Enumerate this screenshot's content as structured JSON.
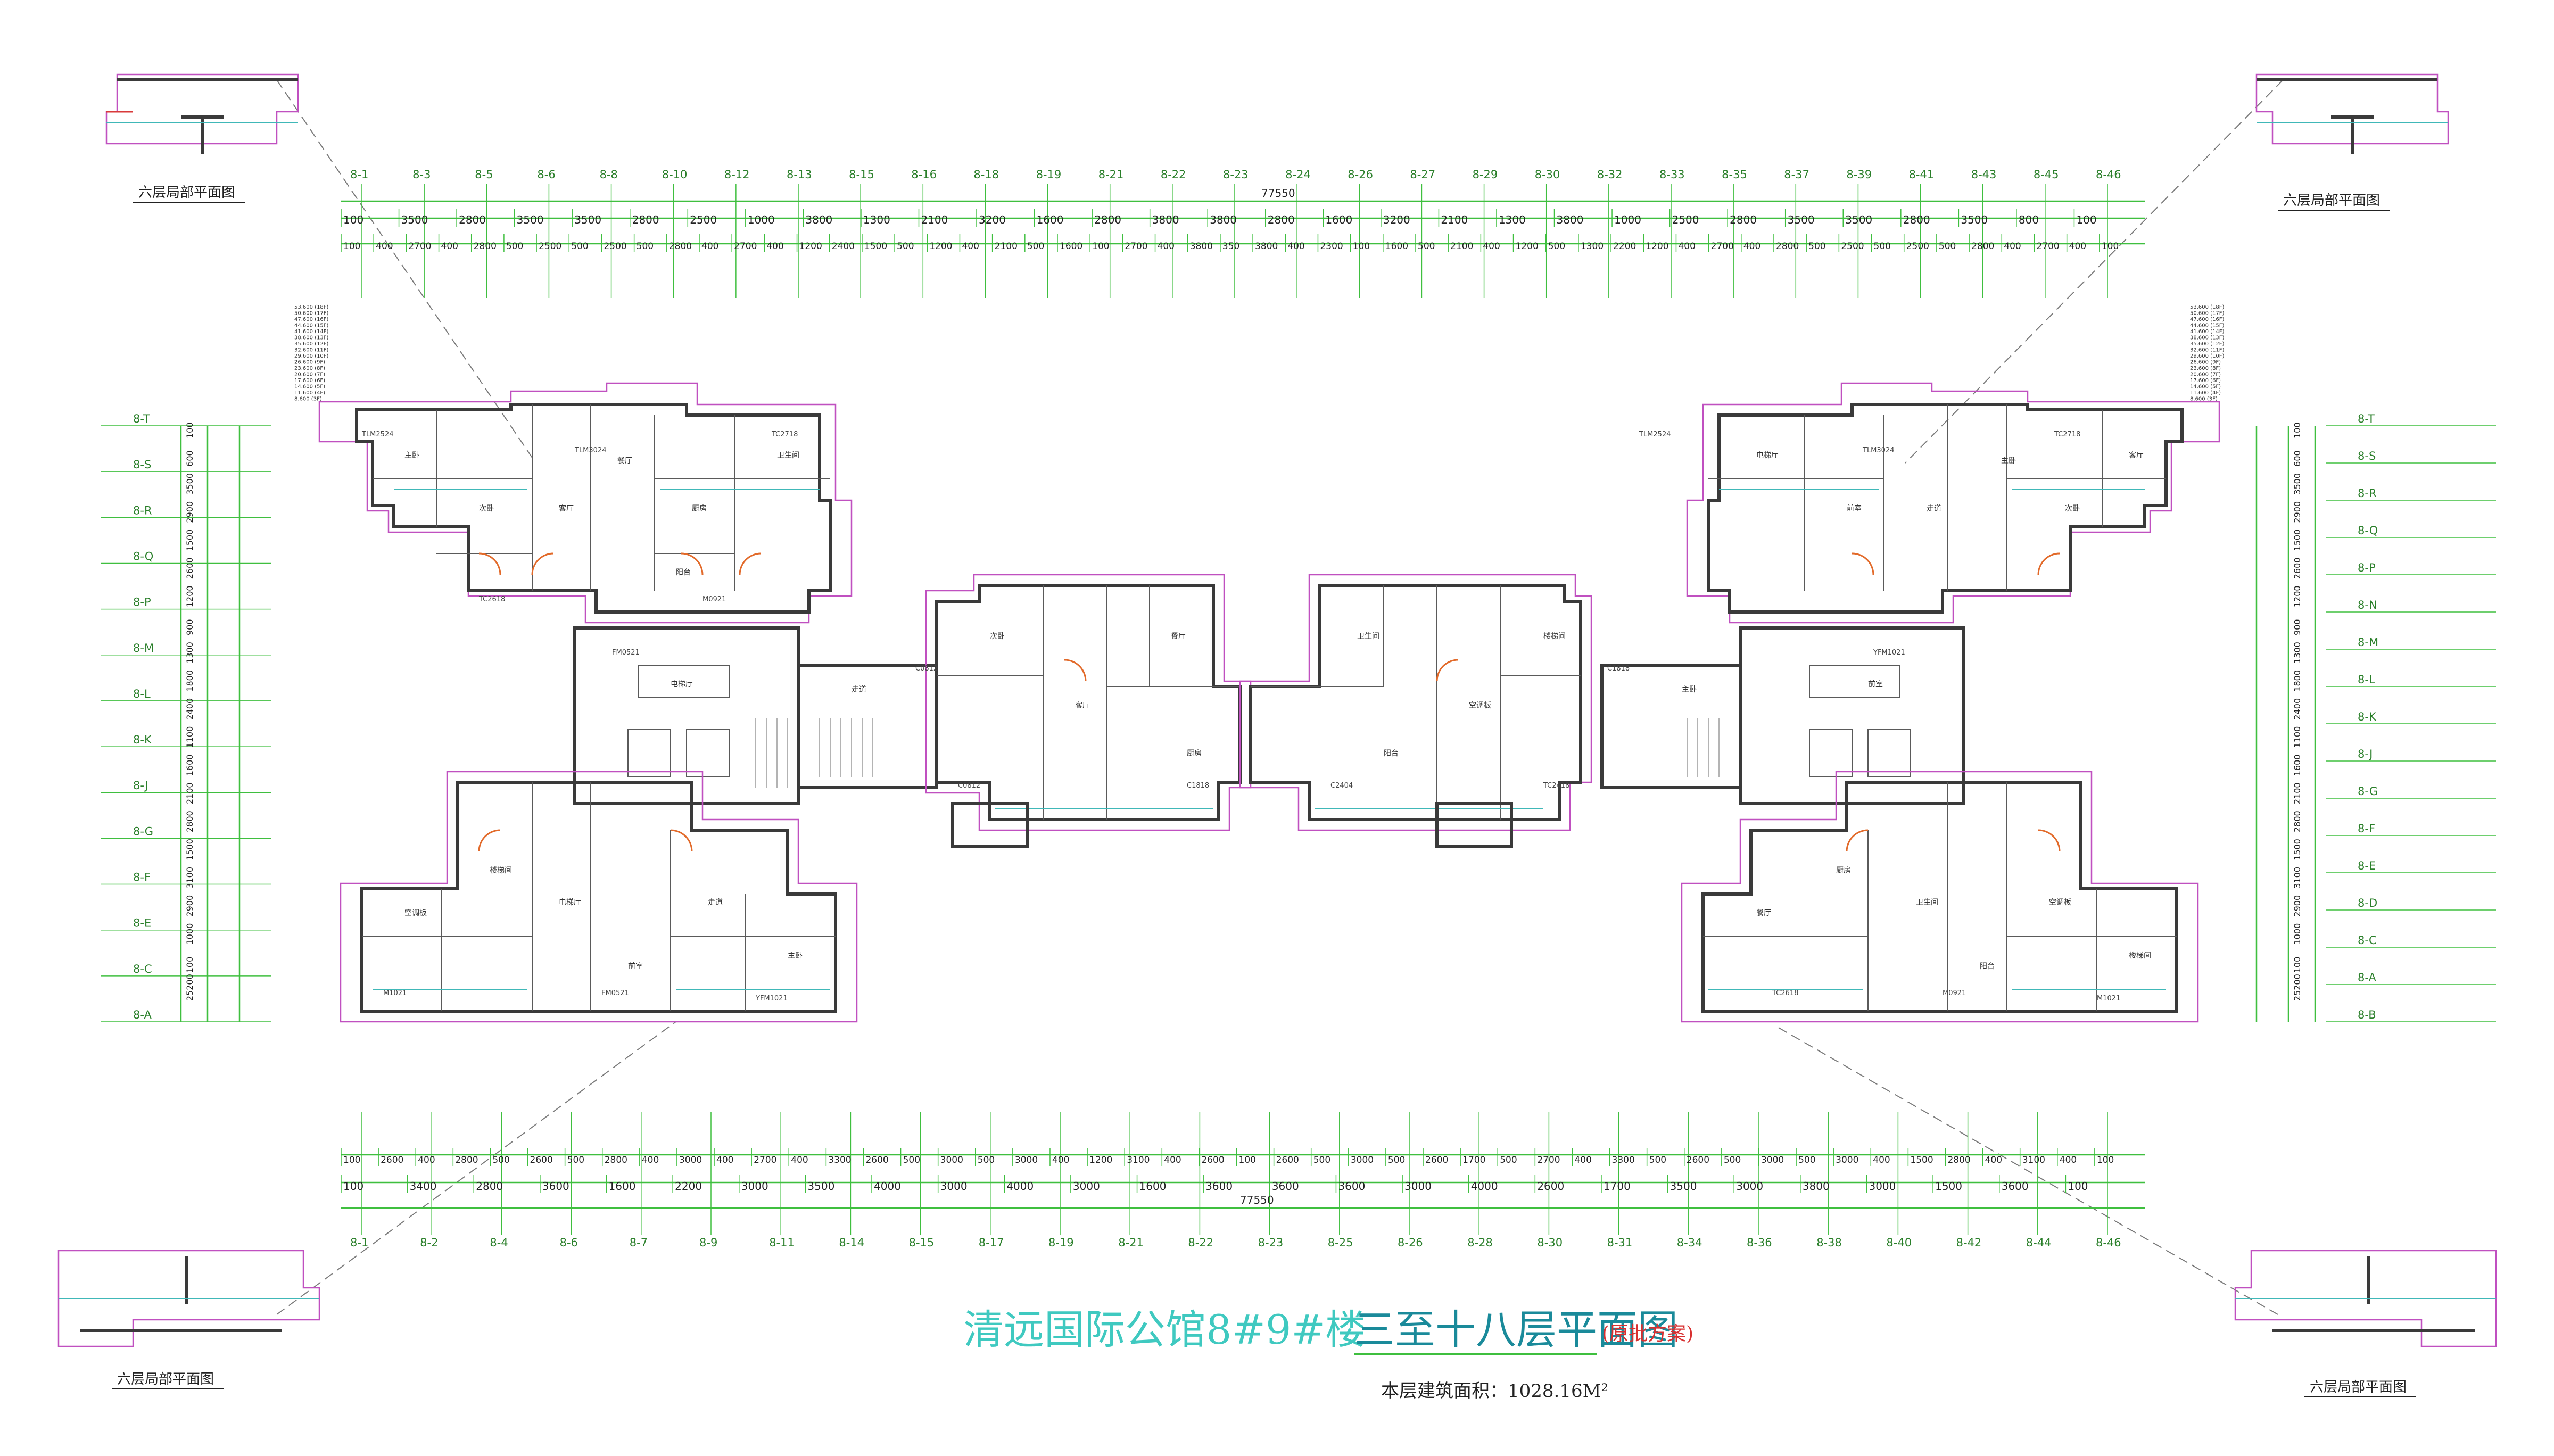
{
  "drawing": {
    "title": "清远国际公馆8#9#楼",
    "subtitle": "三至十八层平面图",
    "note": "(原批方案)",
    "area_label": "本层建筑面积：1028.16M²",
    "total_dimension": "77550",
    "colors": {
      "title": "#3fc9c0",
      "subtitle": "#1a8a9a",
      "note": "#d83030",
      "grid": "#3fbf3f",
      "wall": "#3a3a3a",
      "accent": "#c050c0"
    }
  },
  "detail_labels": {
    "top_left": "六层局部平面图",
    "top_right": "六层局部平面图",
    "bottom_left": "六层局部平面图",
    "bottom_right": "六层局部平面图"
  },
  "axes_top": [
    "8-1",
    "8-3",
    "8-5",
    "8-6",
    "8-8",
    "8-10",
    "8-12",
    "8-13",
    "8-15",
    "8-16",
    "8-18",
    "8-19",
    "8-21",
    "8-22",
    "8-23",
    "8-24",
    "8-26",
    "8-27",
    "8-29",
    "8-30",
    "8-32",
    "8-33",
    "8-35",
    "8-37",
    "8-39",
    "8-41",
    "8-43",
    "8-45",
    "8-46"
  ],
  "axes_bottom": [
    "8-1",
    "8-2",
    "8-4",
    "8-6",
    "8-7",
    "8-9",
    "8-11",
    "8-14",
    "8-15",
    "8-17",
    "8-19",
    "8-21",
    "8-22",
    "8-23",
    "8-25",
    "8-26",
    "8-28",
    "8-30",
    "8-31",
    "8-34",
    "8-36",
    "8-38",
    "8-40",
    "8-42",
    "8-44",
    "8-46"
  ],
  "axes_left": [
    "8-T",
    "8-S",
    "8-R",
    "8-Q",
    "8-P",
    "8-M",
    "8-L",
    "8-K",
    "8-J",
    "8-G",
    "8-F",
    "8-E",
    "8-C",
    "8-A"
  ],
  "axes_right": [
    "8-T",
    "8-S",
    "8-R",
    "8-Q",
    "8-P",
    "8-N",
    "8-M",
    "8-L",
    "8-K",
    "8-J",
    "8-G",
    "8-F",
    "8-E",
    "8-D",
    "8-C",
    "8-A",
    "8-B"
  ],
  "dims_top_row1": [
    "100",
    "3500",
    "2800",
    "3500",
    "3500",
    "2800",
    "2500",
    "1000",
    "3800",
    "1300",
    "2100",
    "3200",
    "1600",
    "2800",
    "3800",
    "3800",
    "2800",
    "1600",
    "3200",
    "2100",
    "1300",
    "3800",
    "1000",
    "2500",
    "2800",
    "3500",
    "3500",
    "2800",
    "3500",
    "800",
    "100"
  ],
  "dims_top_row2": [
    "100",
    "400",
    "2700",
    "400",
    "2800",
    "500",
    "2500",
    "500",
    "2500",
    "500",
    "2800",
    "400",
    "2700",
    "400",
    "1200",
    "2400",
    "1500",
    "500",
    "1200",
    "400",
    "2100",
    "500",
    "1600",
    "100",
    "2700",
    "400",
    "3800",
    "350",
    "3800",
    "400",
    "2300",
    "100",
    "1600",
    "500",
    "2100",
    "400",
    "1200",
    "500",
    "1300",
    "2200",
    "1200",
    "400",
    "2700",
    "400",
    "2800",
    "500",
    "2500",
    "500",
    "2500",
    "500",
    "2800",
    "400",
    "2700",
    "400",
    "100"
  ],
  "dims_bottom_row1": [
    "100",
    "2600",
    "400",
    "2800",
    "500",
    "2600",
    "500",
    "2800",
    "400",
    "3000",
    "400",
    "2700",
    "400",
    "3300",
    "2600",
    "500",
    "3000",
    "500",
    "3000",
    "400",
    "1200",
    "3100",
    "400",
    "2600",
    "100",
    "2600",
    "500",
    "3000",
    "500",
    "2600",
    "1700",
    "500",
    "2700",
    "400",
    "3300",
    "500",
    "2600",
    "500",
    "3000",
    "500",
    "3000",
    "400",
    "1500",
    "2800",
    "400",
    "3100",
    "400",
    "100"
  ],
  "dims_bottom_row2": [
    "100",
    "3400",
    "2800",
    "3600",
    "1600",
    "2200",
    "3000",
    "3500",
    "4000",
    "3000",
    "4000",
    "3000",
    "1600",
    "3600",
    "3600",
    "3600",
    "3000",
    "4000",
    "2600",
    "1700",
    "3500",
    "3000",
    "3800",
    "3000",
    "1500",
    "3600",
    "100"
  ],
  "dims_left": [
    "100",
    "600",
    "3500",
    "2900",
    "1500",
    "2600",
    "1200",
    "900",
    "1300",
    "1800",
    "2400",
    "1100",
    "1600",
    "2100",
    "2800",
    "1500",
    "3100",
    "2900",
    "1000",
    "100",
    "25200"
  ],
  "dims_right": [
    "100",
    "600",
    "3500",
    "2900",
    "1500",
    "2600",
    "1200",
    "900",
    "1300",
    "1800",
    "2400",
    "1100",
    "1600",
    "2100",
    "2800",
    "1500",
    "3100",
    "2900",
    "1000",
    "100",
    "25200"
  ],
  "room_labels": [
    "主卧",
    "次卧",
    "客厅",
    "餐厅",
    "厨房",
    "卫生间",
    "阳台",
    "空调板",
    "楼梯间",
    "电梯厅",
    "前室",
    "走道"
  ],
  "window_codes": [
    "TLM2524",
    "TLM3024",
    "TC2718",
    "TC2618",
    "M0921",
    "M1021",
    "FM0521",
    "YFM1021",
    "C0812",
    "C1818",
    "C2404",
    "TC2418"
  ],
  "elevations": [
    "53.600 (18F)",
    "50.600 (17F)",
    "47.600 (16F)",
    "44.600 (15F)",
    "41.600 (14F)",
    "38.600 (13F)",
    "35.600 (12F)",
    "32.600 (11F)",
    "29.600 (10F)",
    "26.600 (9F)",
    "23.600 (8F)",
    "20.600 (7F)",
    "17.600 (6F)",
    "14.600 (5F)",
    "11.600 (4F)",
    "8.600 (3F)"
  ]
}
